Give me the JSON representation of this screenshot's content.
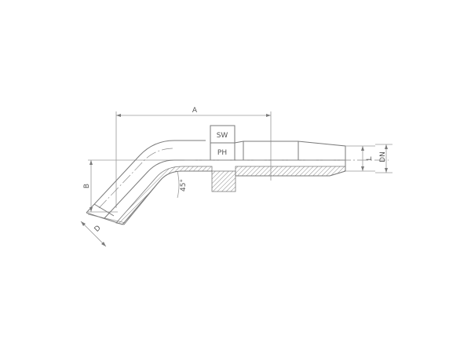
{
  "drawing": {
    "labels": {
      "A": "A",
      "B": "B",
      "D": "D",
      "SW": "SW",
      "PH": "PH",
      "L": "L",
      "DN": "DN",
      "angle": "45°"
    }
  }
}
